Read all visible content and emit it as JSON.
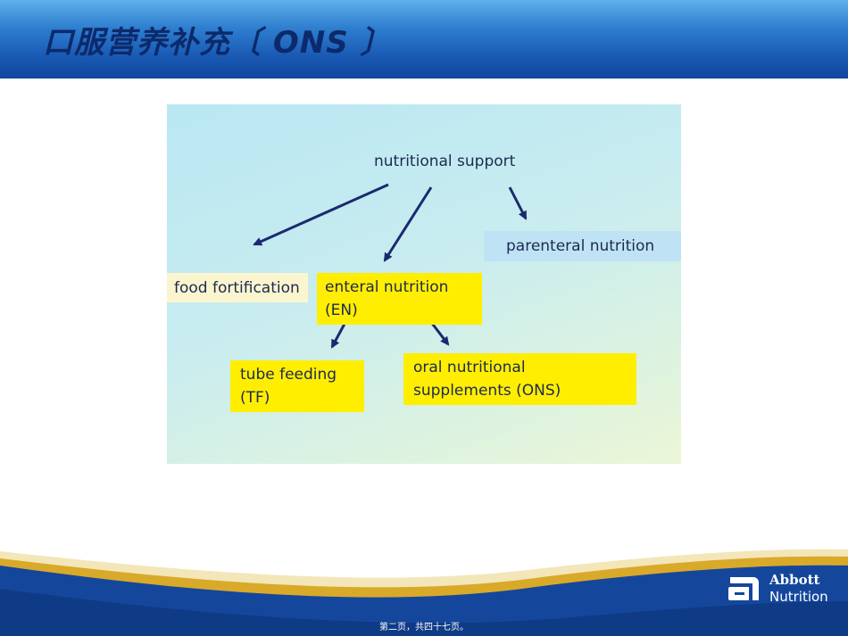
{
  "header": {
    "title": "口服营养补充〔 ONS 〕"
  },
  "diagram": {
    "root": "nutritional support",
    "food_fortification": "food fortification",
    "enteral_line1": "enteral nutrition",
    "enteral_line2": "(EN)",
    "parenteral": "parenteral nutrition",
    "tube_line1": "tube feeding",
    "tube_line2": "(TF)",
    "ons_line1": "oral nutritional",
    "ons_line2": "supplements (ONS)",
    "colors": {
      "highlight": "#ffee00",
      "food_box": "#fbf5cf",
      "parenteral_box": "#bfe3f5",
      "arrow": "#1b2a6e"
    }
  },
  "footer": {
    "logo_line1": "Abbott",
    "logo_line2": "Nutrition",
    "page_note": "第二页，共四十七页。",
    "colors": {
      "band": "#14479c",
      "gold": "#d9a92a"
    }
  }
}
